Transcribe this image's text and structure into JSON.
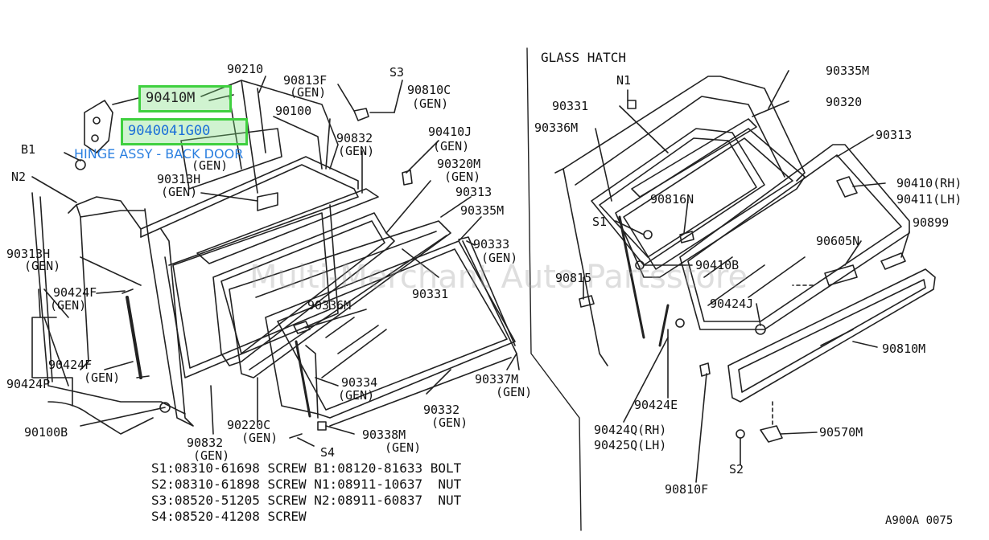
{
  "section_title": "GLASS HATCH",
  "diagram_code": "A900A 0075",
  "watermark": "Multi-Merchant Auto Partsstore",
  "tooltip": "HINGE ASSY - BACK DOOR",
  "highlights": [
    "90410M",
    "9040041G00"
  ],
  "labels": {
    "l90210": "90210",
    "l90813F": "90813F",
    "l90813F_gen": "(GEN)",
    "lS3": "S3",
    "l90810C": "90810C",
    "l90810C_gen": "(GEN)",
    "l90100": "90100",
    "l90832a": "90832",
    "l90832a_gen": "(GEN)",
    "l90410J": "90410J",
    "l90410J_gen": "(GEN)",
    "lB1": "B1",
    "l90313H_top_gen": "(GEN)",
    "lN2": "N2",
    "l90313H": "90313H",
    "l90313H_gen": "(GEN)",
    "l90320M": "90320M",
    "l90320M_gen": "(GEN)",
    "l90313a": "90313",
    "l90335Ma": "90335M",
    "l90333": "90333",
    "l90333_gen": "(GEN)",
    "l90313Hb": "90313H",
    "l90313Hb_gen": "(GEN)",
    "l90424F": "90424F",
    "l90424F_gen": "(GEN)",
    "l90331a": "90331",
    "l90336Ma": "90336M",
    "l90424Fb": "90424F",
    "l90424Fb_gen": "(GEN)",
    "l90424P": "90424P",
    "l90334": "90334",
    "l90334_gen": "(GEN)",
    "l90337M": "90337M",
    "l90337M_gen": "(GEN)",
    "l90332": "90332",
    "l90332_gen": "(GEN)",
    "l90100B": "90100B",
    "l90220C": "90220C",
    "l90220C_gen": "(GEN)",
    "l90338M": "90338M",
    "l90338M_gen": "(GEN)",
    "l90832b": "90832",
    "l90832b_gen": "(GEN)",
    "lS4": "S4",
    "lN1": "N1",
    "l90335Mb": "90335M",
    "l90331b": "90331",
    "l90320": "90320",
    "l90336Mb": "90336M",
    "l90313b": "90313",
    "l90410RH": "90410(RH)",
    "l90411LH": "90411(LH)",
    "l90816N": "90816N",
    "lS1": "S1",
    "l90899": "90899",
    "l90605N": "90605N",
    "l90410B": "90410B",
    "l90815": "90815",
    "l90424J": "90424J",
    "l90810M": "90810M",
    "l90424E": "90424E",
    "l90424Q": "90424Q(RH)",
    "l90425Q": "90425Q(LH)",
    "l90570M": "90570M",
    "lS2": "S2",
    "l90810F": "90810F"
  },
  "legend": [
    "S1:08310-61698 SCREW B1:08120-81633 BOLT",
    "S2:08310-61898 SCREW N1:08911-10637  NUT",
    "S3:08520-51205 SCREW N2:08911-60837  NUT",
    "S4:08520-41208 SCREW"
  ]
}
